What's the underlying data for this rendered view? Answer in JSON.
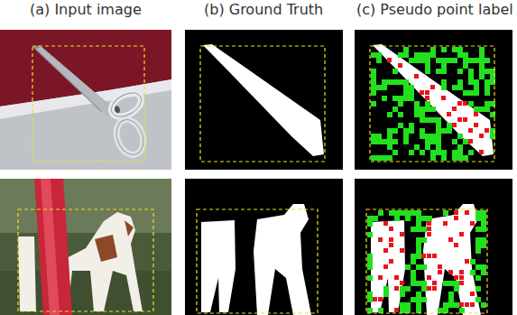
{
  "diagram": {
    "labels": [
      "(a) Input image",
      "(b) Ground Truth",
      "(c) Pseudo point label"
    ]
  }
}
